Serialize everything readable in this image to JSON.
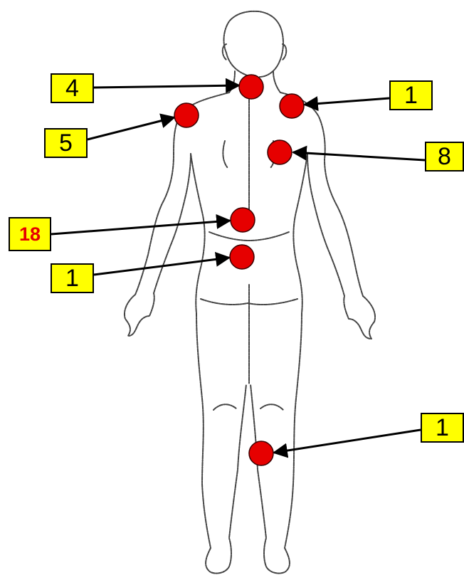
{
  "colors": {
    "label_fill": "#FFFF00",
    "marker_fill": "#E60000",
    "highlight_text": "#E60000",
    "line": "#000000"
  },
  "labels": {
    "neck": "4",
    "right_shoulder": "1",
    "left_shoulder": "5",
    "upper_back": "8",
    "lower_back": "18",
    "sacrum": "1",
    "knee": "1"
  }
}
